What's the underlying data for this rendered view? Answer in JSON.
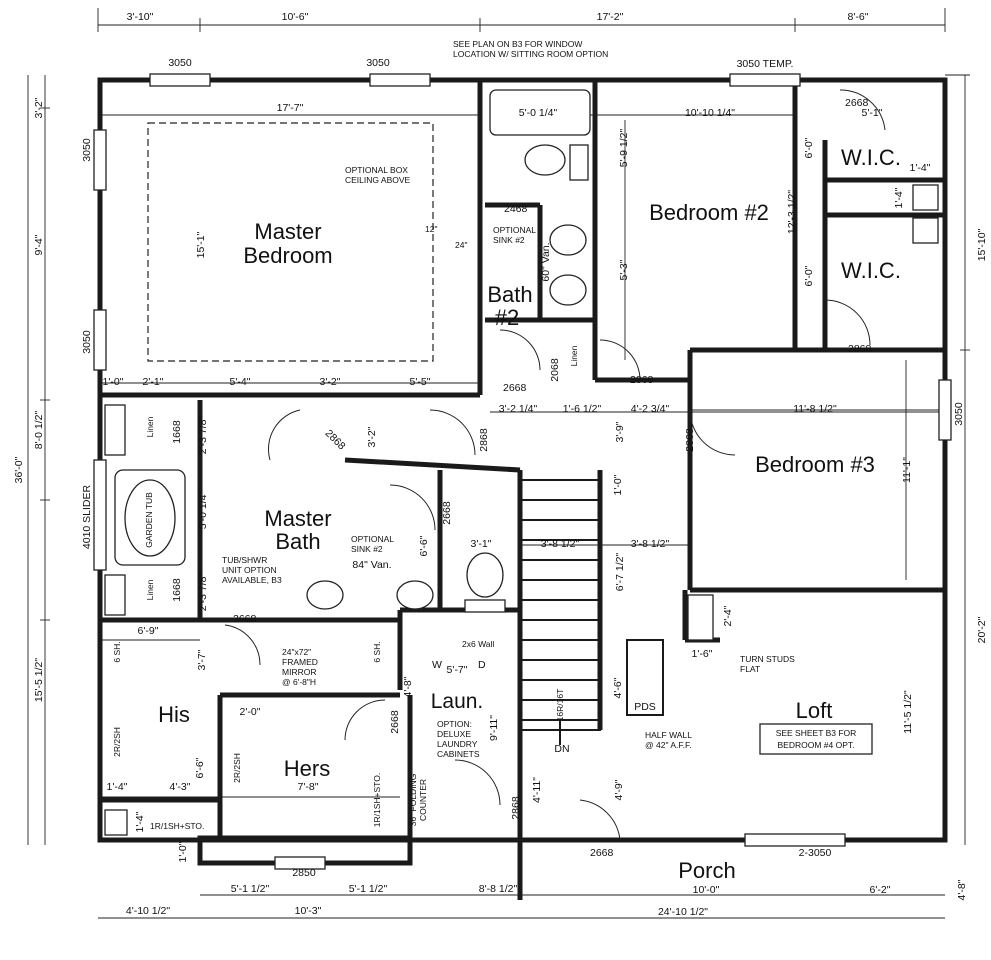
{
  "rooms": {
    "master_bedroom_1": "Master",
    "master_bedroom_2": "Bedroom",
    "bedroom2": "Bedroom #2",
    "wic1": "W.I.C.",
    "wic2": "W.I.C.",
    "bath2_1": "Bath",
    "bath2_2": "#2",
    "bedroom3": "Bedroom #3",
    "master_bath_1": "Master",
    "master_bath_2": "Bath",
    "his": "His",
    "hers": "Hers",
    "laun": "Laun.",
    "loft": "Loft",
    "porch": "Porch"
  },
  "windows": {
    "w1": "3050",
    "w2": "3050",
    "w3": "3050 TEMP.",
    "w4": "3050",
    "w5": "3050",
    "w6": "3050",
    "w7": "2850",
    "w8": "2-3050",
    "slider": "4010 SLIDER"
  },
  "doors": {
    "d2668a": "2668",
    "d2468": "2468",
    "d2868a": "2868",
    "d2068": "2068",
    "d2668b": "2668",
    "d2868b": "2868",
    "d2868c": "2868",
    "d2868d": "2868",
    "d2668c": "2668",
    "d2668d": "2668",
    "d1668a": "1668",
    "d1668b": "1668",
    "d2668e": "2668",
    "d2868e": "2868",
    "d2868f": "2868",
    "d2668f": "2668"
  },
  "top_dims": {
    "a": "3'-10\"",
    "b": "10'-6\"",
    "c": "17'-2\"",
    "d": "8'-6\""
  },
  "interior_dims": {
    "mb_width": "17'-7\"",
    "mb_depth": "15'-1\"",
    "tub": "5'-0 1/4\"",
    "b2_width": "10'-10 1/4\"",
    "b2_depth": "12'-3 1/2\"",
    "b2_a": "5'-9 1/2\"",
    "b2_b": "5'-3\"",
    "wic_a": "5'-1\"",
    "wic_b": "1'-4\"",
    "wic_c": "1'-4\"",
    "wic_d": "6'-0\"",
    "wic_e": "6'-0\"",
    "van60": "60\" Van.",
    "r1": "1'-0\"",
    "r2": "2'-1\"",
    "r3": "5'-4\"",
    "r4": "3'-2\"",
    "r5": "5'-5\"",
    "b1": "3'-2 1/4\"",
    "b2": "1'-6 1/2\"",
    "b3": "4'-2 3/4\"",
    "b3_width": "11'-8 1/2\"",
    "b3_depth": "11'-1\"",
    "mbath_a": "3'-2\"",
    "mbath_b": "2'-3 7/8\"",
    "mbath_c": "5'-0 1/4\"",
    "mbath_d": "2'-3 7/8\"",
    "van84": "84\" Van.",
    "hall_a": "3'-9\"",
    "hall_b": "1'-0\"",
    "hall_c": "6'-6\"",
    "hall_d": "3'-1\"",
    "hall_e": "3'-8 1/2\"",
    "hall_f": "3'-8 1/2\"",
    "hall_g": "6'-7 1/2\"",
    "his_a": "6'-9\"",
    "his_b": "3'-7\"",
    "his_c": "6'-6\"",
    "his_d": "4'-3\"",
    "his_e": "1'-4\"",
    "his_f": "1'-4\"",
    "hers_a": "2'-0\"",
    "hers_b": "7'-8\"",
    "laun_a": "5'-7\"",
    "laun_b": "4'-8\"",
    "laun_c": "9'-11\"",
    "laun_d": "4'-11\"",
    "stairs": "16R/16T",
    "dn": "DN",
    "pds": "PDS",
    "loft_a": "4'-6\"",
    "loft_b": "4'-9\"",
    "loft_depth": "11'-5 1/2\"",
    "turn_a": "2'-4\"",
    "turn_b": "1'-6\"",
    "porch_a": "10'-0\"",
    "porch_b": "24'-10 1/2\"",
    "porch_c": "6'-2\"",
    "porch_d": "4'-8\""
  },
  "left_dims": {
    "a": "3'-2\"",
    "b": "3050",
    "c": "9'-4\"",
    "d": "3050",
    "e": "8'-0 1/2\"",
    "f": "36'-0\"",
    "g": "15'-5 1/2\"",
    "h": "1'-0\""
  },
  "right_dims": {
    "a": "15'-10\"",
    "b": "20'-2\""
  },
  "bottom_dims": {
    "a": "5'-1 1/2\"",
    "b": "5'-1 1/2\"",
    "c": "8'-8 1/2\"",
    "d": "4'-10 1/2\"",
    "e": "10'-3\""
  },
  "notes": {
    "see_plan_1": "SEE PLAN ON B3 FOR WINDOW",
    "see_plan_2": "LOCATION W/ SITTING ROOM OPTION",
    "box_1": "OPTIONAL BOX",
    "box_2": "CEILING ABOVE",
    "box_12": "12\"",
    "box_24": "24\"",
    "sink_1": "OPTIONAL",
    "sink_2": "SINK #2",
    "msink_1": "OPTIONAL",
    "msink_2": "SINK #2",
    "linen1": "Linen",
    "linen2": "Linen",
    "linen3": "Linen",
    "garden_tub": "GARDEN TUB",
    "tubshwr_1": "TUB/SHWR",
    "tubshwr_2": "UNIT OPTION",
    "tubshwr_3": "AVAILABLE, B3",
    "mirror_1": "24\"x72\"",
    "mirror_2": "FRAMED",
    "mirror_3": "MIRROR",
    "mirror_4": "@ 6'-8\"H",
    "sh1": "6 SH.",
    "sh2": "6 SH.",
    "sh3": "2R/2SH",
    "sh4": "2R/2SH",
    "sh5": "1R/1SH+STO.",
    "sh6": "1R/1SH+STO.",
    "wall2x6": "2x6 Wall",
    "washer": "W",
    "dryer": "D",
    "deluxe_1": "OPTION:",
    "deluxe_2": "DELUXE",
    "deluxe_3": "LAUNDRY",
    "deluxe_4": "CABINETS",
    "folding_1": "36\" FOLDING",
    "folding_2": "COUNTER",
    "half_1": "HALF WALL",
    "half_2": "@ 42\" A.F.F.",
    "turn_1": "TURN STUDS",
    "turn_2": "FLAT",
    "loft_1": "SEE SHEET B3 FOR",
    "loft_2": "BEDROOM #4 OPT."
  }
}
